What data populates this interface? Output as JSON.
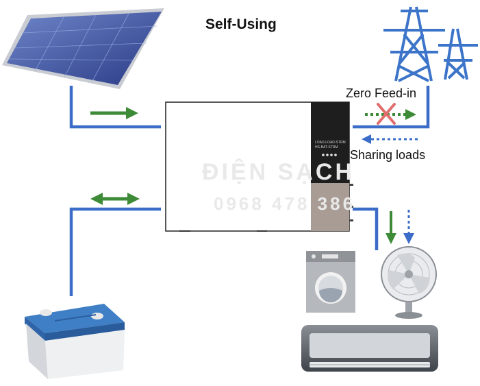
{
  "title": "Self-Using",
  "labels": {
    "zero_feed_in": "Zero Feed-in",
    "sharing_loads": "Sharing loads"
  },
  "watermark": {
    "name": "ĐIỆN SẠCH",
    "phone": "0968 478 386"
  },
  "inverter": {
    "display_line1": "LOAD-LOAD-STRM",
    "display_line2": "HS-BAT-STRM"
  },
  "colors": {
    "wire": "#3a6cc8",
    "energy_arrow": "#3d8b37",
    "blocked_mark": "#e06c6c",
    "panel_blue": "#2b3f8a"
  },
  "icons": [
    "solar-panel-icon",
    "transmission-tower-icon",
    "battery-icon",
    "washing-machine-icon",
    "fan-icon",
    "air-conditioner-icon"
  ]
}
